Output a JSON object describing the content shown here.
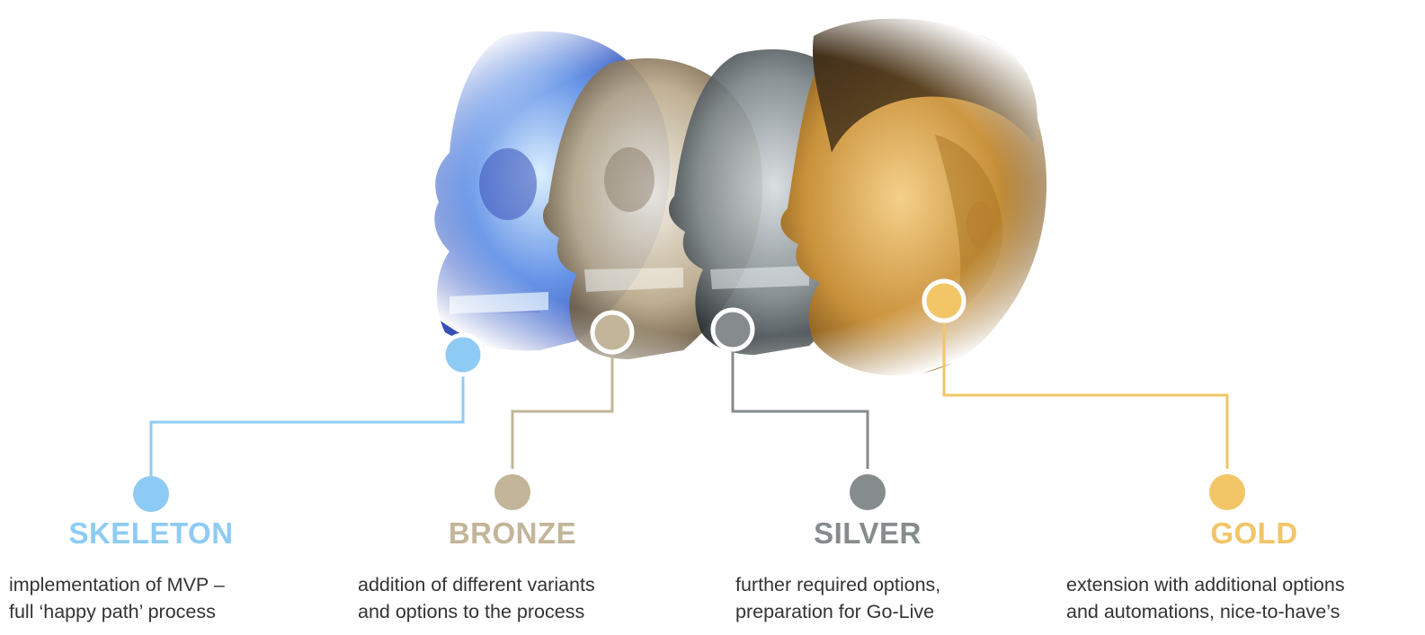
{
  "colors": {
    "skeleton": "#8ecbf4",
    "bronze": "#c2b599",
    "silver": "#868b8c",
    "gold": "#f2c567",
    "text": "#333333"
  },
  "illustration": {
    "heads": [
      "skull-x-ray",
      "bronze-x-ray-face",
      "silver-x-ray-face",
      "human-face"
    ]
  },
  "tiers": [
    {
      "key": "skeleton",
      "title": "SKELETON",
      "description": "implementation of MVP –\nfull ‘happy path’ process"
    },
    {
      "key": "bronze",
      "title": "BRONZE",
      "description": "addition of different variants\n and options to the process"
    },
    {
      "key": "silver",
      "title": "SILVER",
      "description": "further required options,\npreparation for Go-Live"
    },
    {
      "key": "gold",
      "title": "GOLD",
      "description": "extension with additional options\nand automations, nice-to-have’s"
    }
  ]
}
